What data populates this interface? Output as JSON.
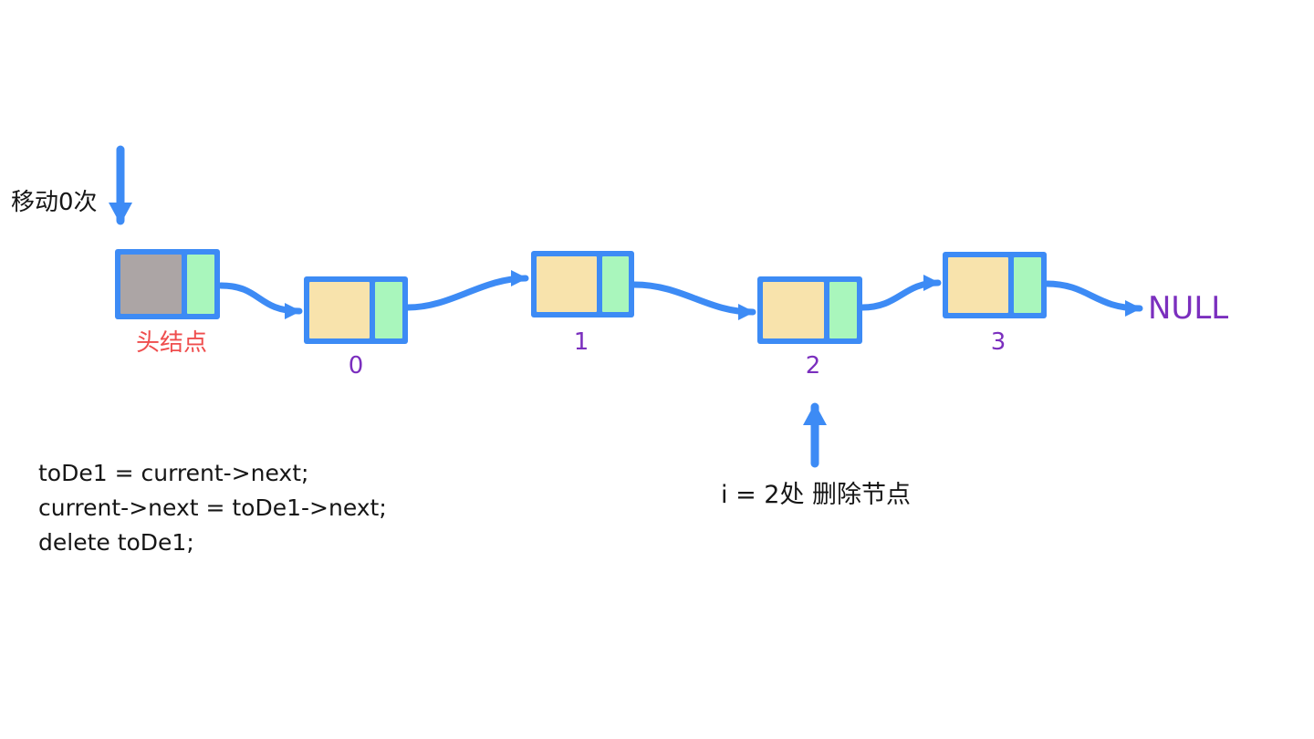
{
  "diagram": {
    "title_hint": "singly linked list delete operation diagram",
    "move_annotation": "移动0次",
    "head_node_label": "头结点",
    "node_labels": [
      "0",
      "1",
      "2",
      "3"
    ],
    "null_label": "NULL",
    "delete_annotation": "i = 2处 删除节点",
    "code_lines": [
      "toDe1 = current->next;",
      "current->next = toDe1->next;",
      "delete toDe1;"
    ],
    "colors": {
      "arrow_and_border_blue": "#3D8BF5",
      "data_cell_tan": "#F8E3AC",
      "head_data_cell_gray": "#ACA5A5",
      "next_cell_green": "#A9F6BC",
      "index_purple": "#7B2FBE",
      "head_label_red": "#EF4D4D",
      "text_black": "#161616",
      "background": "#FFFFFF"
    }
  }
}
